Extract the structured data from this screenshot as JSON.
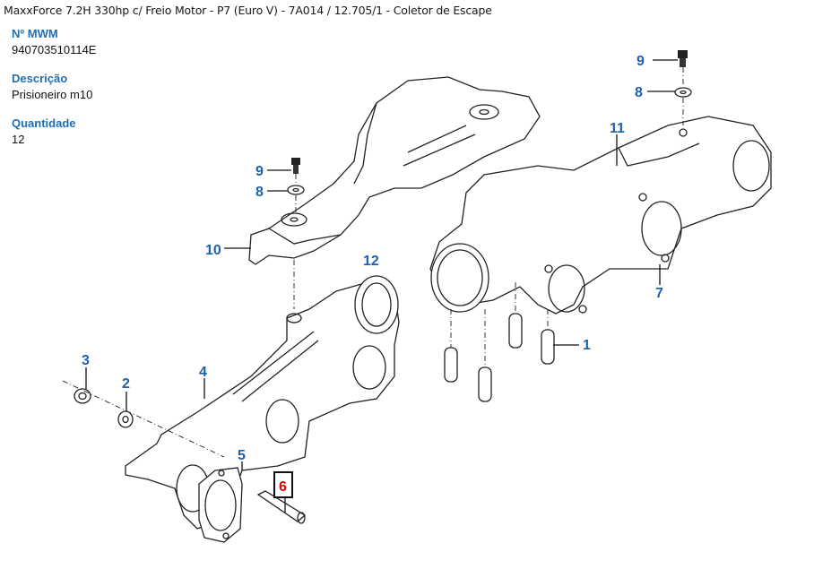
{
  "header": {
    "title": "MaxxForce 7.2H 330hp c/ Freio Motor - P7 (Euro V) - 7A014  /  12.705/1 - Coletor de Escape"
  },
  "part_info": {
    "mwm_label": "Nº MWM",
    "mwm_value": "940703510114E",
    "description_label": "Descrição",
    "description_value": "Prisioneiro m10",
    "quantity_label": "Quantidade",
    "quantity_value": "12"
  },
  "diagram": {
    "highlight_color": "#e00000",
    "callout_color": "#1f5fb0",
    "selected_callout": "6",
    "callouts": {
      "c1": "1",
      "c2": "2",
      "c3": "3",
      "c4": "4",
      "c5": "5",
      "c6": "6",
      "c7": "7",
      "c8a": "8",
      "c8b": "8",
      "c9a": "9",
      "c9b": "9",
      "c10": "10",
      "c11": "11",
      "c12": "12"
    }
  }
}
